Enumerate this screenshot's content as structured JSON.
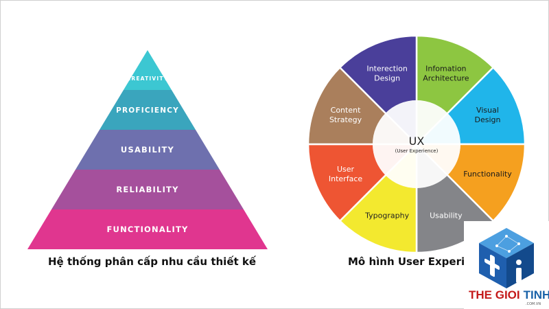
{
  "pyramid": {
    "levels": [
      {
        "label": "CREATIVITY",
        "color": "#3cc7d2"
      },
      {
        "label": "PROFICIENCY",
        "color": "#3aa5bd"
      },
      {
        "label": "USABILITY",
        "color": "#6e70ae"
      },
      {
        "label": "RELIABILITY",
        "color": "#a5509c"
      },
      {
        "label": "FUNCTIONALITY",
        "color": "#e0368f"
      }
    ],
    "caption": "Hệ thống phân cấp nhu cầu thiết kế"
  },
  "wheel": {
    "center_title": "UX",
    "center_subtitle": "(User Experience)",
    "segments": [
      {
        "lines": [
          "Infomation",
          "Architecture"
        ],
        "color": "#8dc641"
      },
      {
        "lines": [
          "Visual",
          "Design"
        ],
        "color": "#20b5ea"
      },
      {
        "lines": [
          "Functionality"
        ],
        "color": "#f5a01f"
      },
      {
        "lines": [
          "Usability"
        ],
        "color": "#848589"
      },
      {
        "lines": [
          "Typography"
        ],
        "color": "#f3e92f"
      },
      {
        "lines": [
          "User",
          "Interface"
        ],
        "color": "#ee5533"
      },
      {
        "lines": [
          "Content",
          "Strategy"
        ],
        "color": "#aa7f5c"
      },
      {
        "lines": [
          "Interection",
          "Design"
        ],
        "color": "#4a3f9a"
      }
    ],
    "caption": "Mô hình User Experience"
  },
  "logo": {
    "word1": "THE GIOI",
    "word2": "TINHOC",
    "domain": ".COM.VN",
    "word1_color": "#c41a1a",
    "word2_color": "#1a62a8",
    "cube_top": "#4c9fe0",
    "cube_left": "#1f5fae",
    "cube_right": "#134a8c"
  }
}
